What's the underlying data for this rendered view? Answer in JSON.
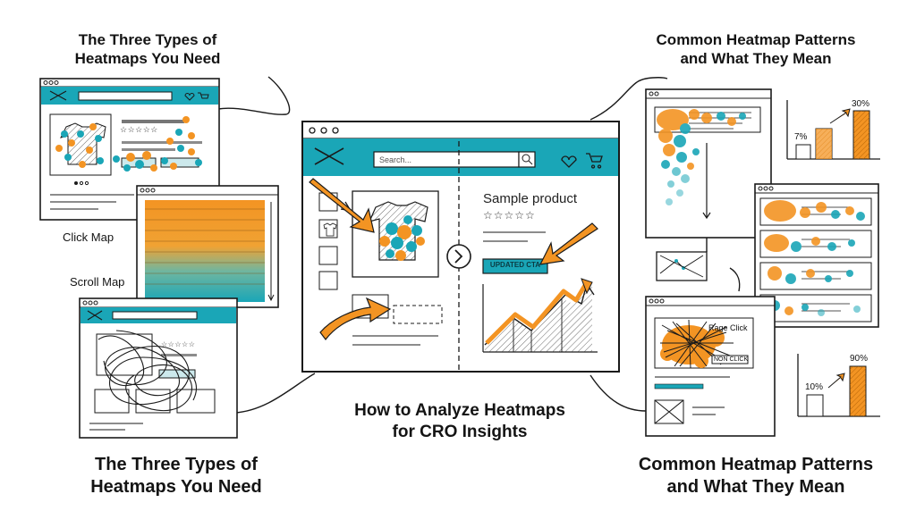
{
  "headings": {
    "top_left": "The Three Types of\nHeatmaps You Need",
    "top_right": "Common Heatmap Patterns\nand What They Mean",
    "bottom_left": "The Three Types of\nHeatmaps You Need",
    "bottom_right": "Common Heatmap Patterns\nand What They Mean",
    "center": "How to Analyze Heatmaps\nfor CRO Insights"
  },
  "map_labels": {
    "click": "Click Map",
    "scroll": "Scroll Map"
  },
  "center_page": {
    "search_placeholder": "Search...",
    "product_title": "Sample product",
    "cta_label": "UPDATED CTA",
    "rating": "☆☆☆☆☆"
  },
  "small_pages": {
    "click_rating": "☆☆☆☆☆",
    "move_rating": "☆☆☆☆☆",
    "rage_label": "Rage Click",
    "non_click_label": "NON CLICK"
  },
  "stats": {
    "chart_top": {
      "before": "7%",
      "after": "30%"
    },
    "chart_bottom": {
      "before": "10%",
      "after": "90%"
    }
  },
  "colors": {
    "teal": "#1aa6b7",
    "orange": "#f39423",
    "ink": "#1a1a1a"
  }
}
